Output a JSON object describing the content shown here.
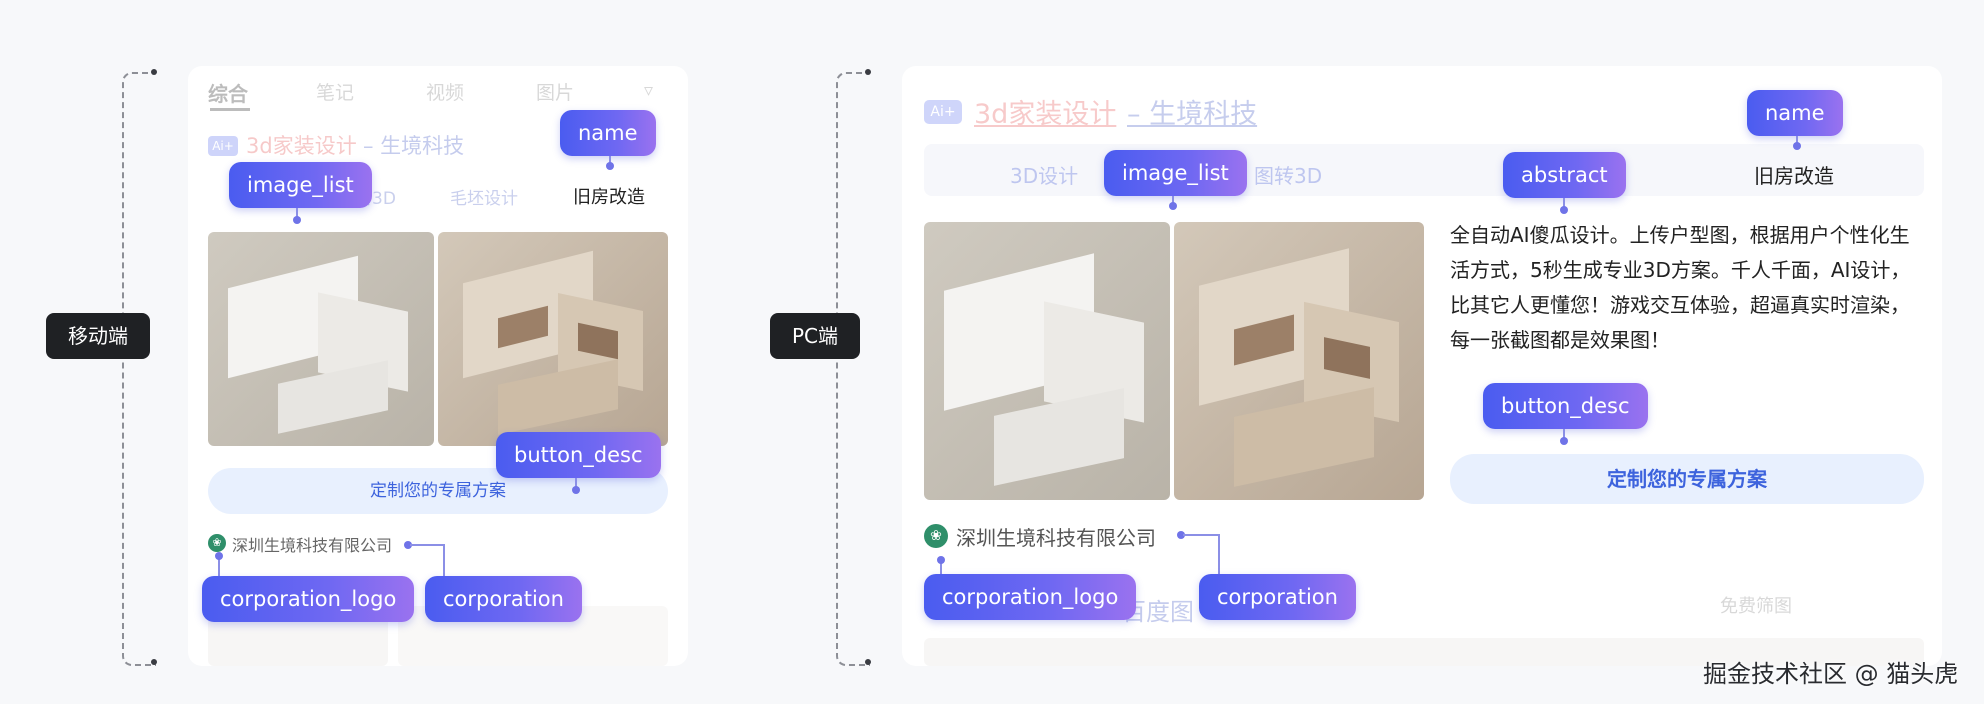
{
  "side_labels": {
    "mobile": "移动端",
    "pc": "PC端"
  },
  "mobile": {
    "tabs": [
      "综合",
      "笔记",
      "视频",
      "图片"
    ],
    "filter_icon": "filter-icon",
    "ad_badge": "Ai+",
    "title_highlight": "3d家装设计",
    "title_rest": " – 生境科技",
    "sublinks": [
      "图转3D",
      "毛坯设计"
    ],
    "name_value": "旧房改造",
    "cta_label": "定制您的专属方案",
    "corporation_name": "深圳生境科技有限公司"
  },
  "pc": {
    "ad_badge": "Ai+",
    "title_highlight": "3d家装设计",
    "title_rest": " – 生境科技",
    "sublinks": [
      "3D设计",
      "图转3D"
    ],
    "name_value": "旧房改造",
    "abstract_text": "全自动AI傻瓜设计。上传户型图，根据用户个性化生活方式，5秒生成专业3D方案。千人千面，AI设计，比其它人更懂您！游戏交互体验，超逼真实时渲染，每一张截图都是效果图！",
    "cta_label": "定制您的专属方案",
    "corporation_name": "深圳生境科技有限公司",
    "faded_heading": "百度图",
    "faded_button": "免费筛图"
  },
  "tags": {
    "name": "name",
    "image_list": "image_list",
    "abstract": "abstract",
    "button_desc": "button_desc",
    "corporation_logo": "corporation_logo",
    "corporation": "corporation"
  },
  "watermark": "掘金技术社区 @ 猫头虎",
  "colors": {
    "tag_gradient_start": "#4a5cf0",
    "tag_gradient_end": "#9a72ef",
    "side_label_bg": "#1f2124",
    "cta_bg": "#e8f0fe",
    "cta_text": "#3d63dd",
    "title_highlight": "#f08c8c",
    "title_rest": "#9aa4c8"
  }
}
